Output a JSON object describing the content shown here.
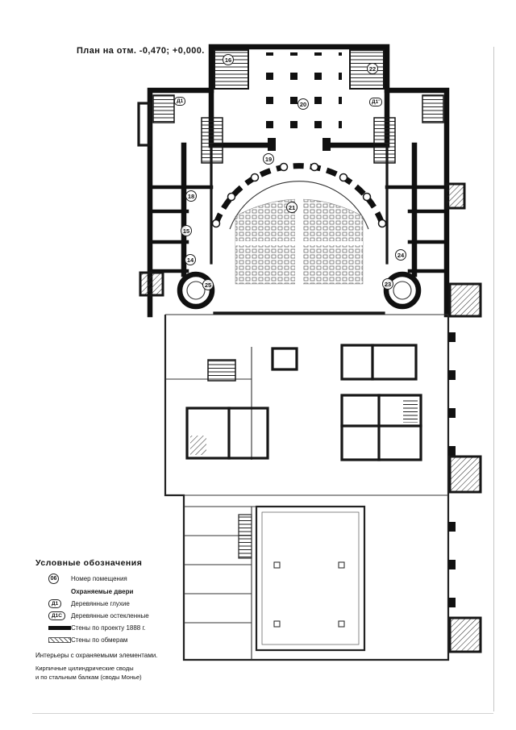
{
  "title": "План на отм. -0,470; +0,000.",
  "rooms": [
    {
      "n": "16"
    },
    {
      "n": "22"
    },
    {
      "n": "20"
    },
    {
      "n": "19"
    },
    {
      "n": "18"
    },
    {
      "n": "15"
    },
    {
      "n": "14"
    },
    {
      "n": "25"
    },
    {
      "n": "21"
    },
    {
      "n": "24"
    },
    {
      "n": "23"
    }
  ],
  "door_marks": [
    {
      "n": "Д1"
    },
    {
      "n": "Д1'"
    }
  ],
  "legend": {
    "heading": "Условные обозначения",
    "room_symbol": "06",
    "room_label": "Номер помещения",
    "doors_heading": "Охраняемые двери",
    "door_items": [
      {
        "sym": "Д1",
        "label": "Деревянные глухие"
      },
      {
        "sym": "Д1С",
        "label": "Деревянные остекленные"
      }
    ],
    "wall_project_label": "Стены по проекту 1888 г.",
    "wall_survey_label": "Стены по обмерам",
    "note_interiors": "Интерьеры с охраняемыми элементами.",
    "note_vaults_1": "Кирпичные цилиндрические своды",
    "note_vaults_2": "и по стальным балкам (своды Монье)"
  },
  "colors": {
    "wall_1888": "#101010",
    "wall_survey": "#333333",
    "paper": "#ffffff"
  }
}
